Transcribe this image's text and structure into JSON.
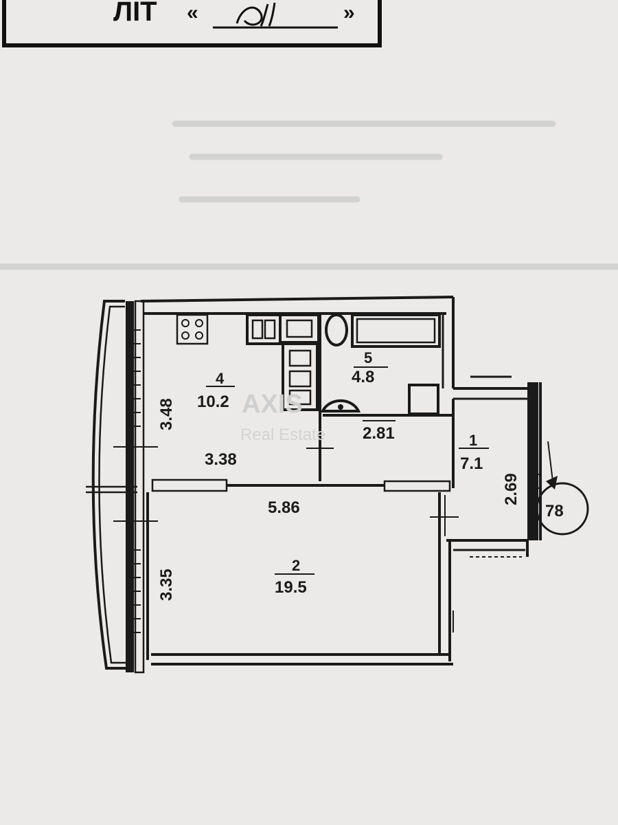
{
  "header": {
    "prefix": "ЛІТ",
    "quote_open": "«",
    "quote_close": "»"
  },
  "watermark": {
    "brand": "AXIS",
    "sub": "Real Estate"
  },
  "rooms": [
    {
      "number": "1",
      "area": "7.1"
    },
    {
      "number": "2",
      "area": "19.5"
    },
    {
      "number": "4",
      "area": "10.2"
    },
    {
      "number": "5",
      "area": "4.8"
    }
  ],
  "dimensions": {
    "kitchen_height": "3.48",
    "kitchen_width": "3.38",
    "bath_width": "2.81",
    "living_width": "5.86",
    "living_height": "3.35",
    "hall_height": "2.69"
  },
  "apartment_marker": "78",
  "colors": {
    "paper": "#eceae8",
    "ink": "#1a1a1a",
    "watermark": "#cfcfcf"
  }
}
